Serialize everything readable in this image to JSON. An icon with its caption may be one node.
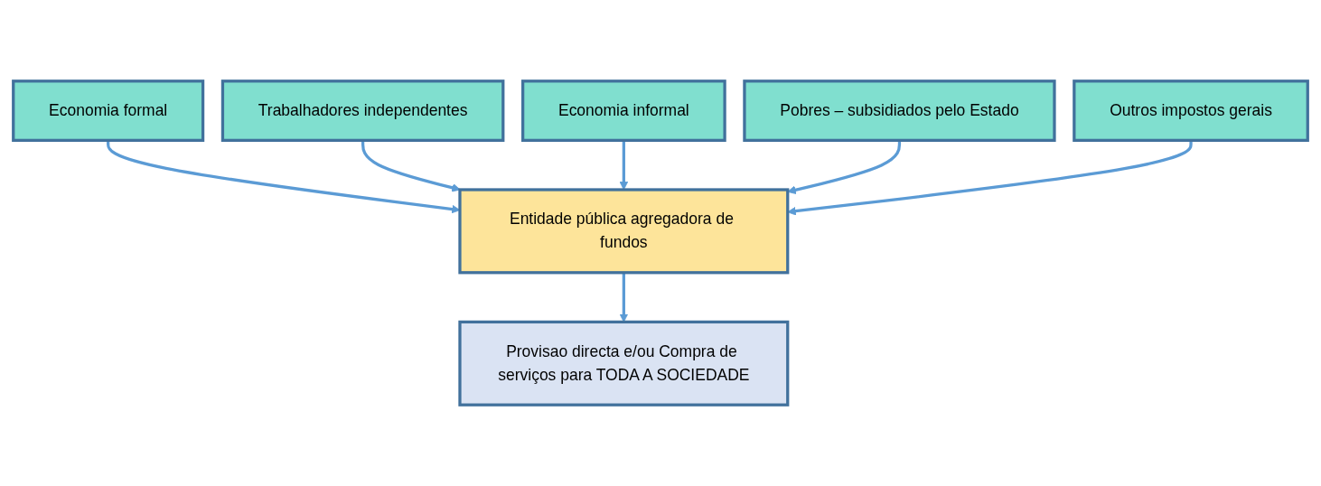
{
  "diagram": {
    "nodes": [
      {
        "text": [
          "Economia formal"
        ]
      },
      {
        "text": [
          "Trabalhadores independentes"
        ]
      },
      {
        "text": [
          "Economia informal"
        ]
      },
      {
        "text": [
          "Pobres – subsidiados pelo Estado"
        ]
      },
      {
        "text": [
          "Outros impostos gerais"
        ]
      },
      {
        "text": [
          "Entidade pública agregadora de fundos"
        ]
      },
      {
        "text": [
          "Provisao directa e/ou Compra de serviços para TODA A SOCIEDADE"
        ]
      }
    ],
    "edges": [
      {
        "from": 0,
        "to": 5,
        "arrow": "to"
      },
      {
        "from": 1,
        "to": 5,
        "arrow": "to"
      },
      {
        "from": 2,
        "to": 5,
        "arrow": "to"
      },
      {
        "from": 3,
        "to": 5,
        "arrow": "to"
      },
      {
        "from": 4,
        "to": 5,
        "arrow": "to"
      },
      {
        "from": 5,
        "to": 6,
        "arrow": "to"
      }
    ]
  }
}
